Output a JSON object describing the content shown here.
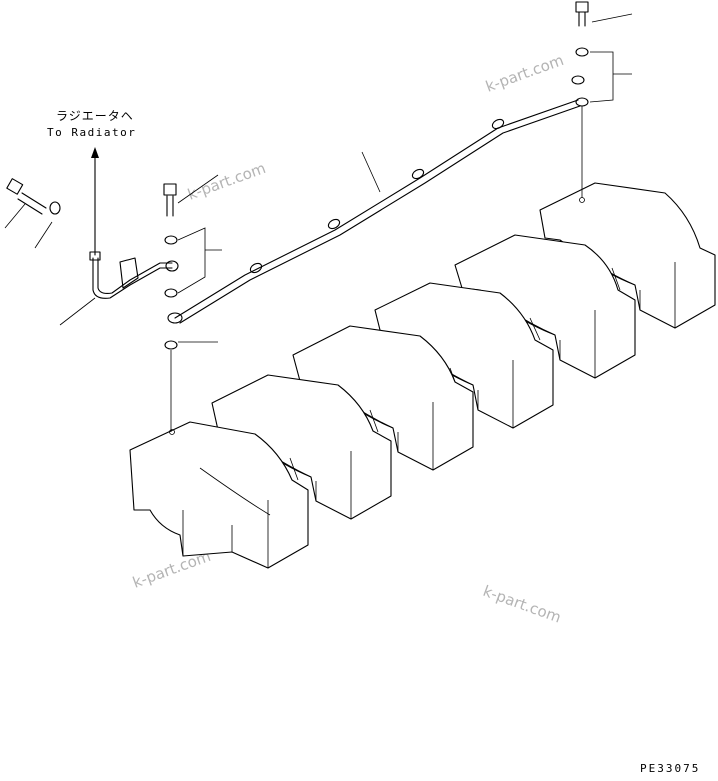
{
  "direction_label_jp": "ラジエータヘ",
  "direction_label_en": "To Radiator",
  "watermarks": [
    "k-part.com",
    "k-part.com",
    "k-part.com",
    "k-part.com"
  ],
  "drawing_code": "PE33075"
}
